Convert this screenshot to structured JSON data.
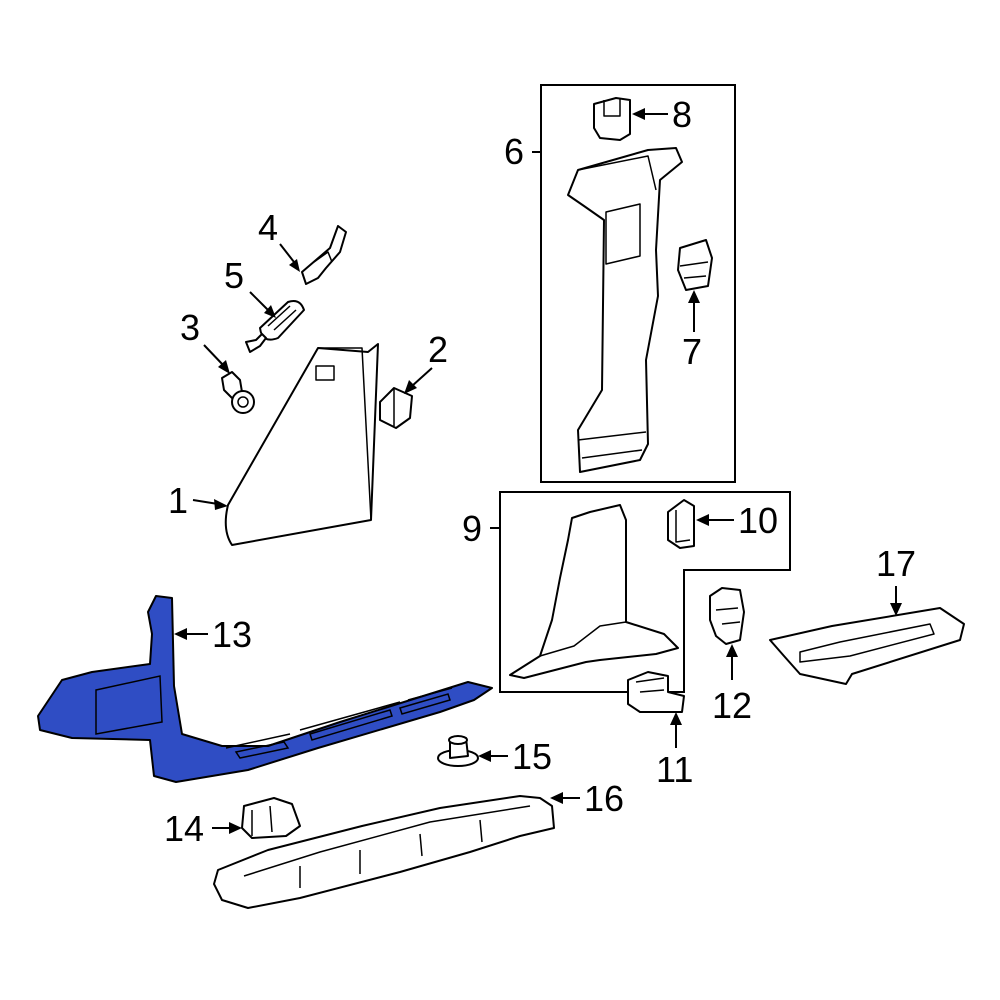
{
  "diagram": {
    "highlight_color": "#2f4dc4",
    "callouts": [
      {
        "id": "1",
        "label": "1"
      },
      {
        "id": "2",
        "label": "2"
      },
      {
        "id": "3",
        "label": "3"
      },
      {
        "id": "4",
        "label": "4"
      },
      {
        "id": "5",
        "label": "5"
      },
      {
        "id": "6",
        "label": "6"
      },
      {
        "id": "7",
        "label": "7"
      },
      {
        "id": "8",
        "label": "8"
      },
      {
        "id": "9",
        "label": "9"
      },
      {
        "id": "10",
        "label": "10"
      },
      {
        "id": "11",
        "label": "11"
      },
      {
        "id": "12",
        "label": "12"
      },
      {
        "id": "13",
        "label": "13"
      },
      {
        "id": "14",
        "label": "14"
      },
      {
        "id": "15",
        "label": "15"
      },
      {
        "id": "16",
        "label": "16"
      },
      {
        "id": "17",
        "label": "17"
      }
    ],
    "highlighted_part": "13"
  }
}
